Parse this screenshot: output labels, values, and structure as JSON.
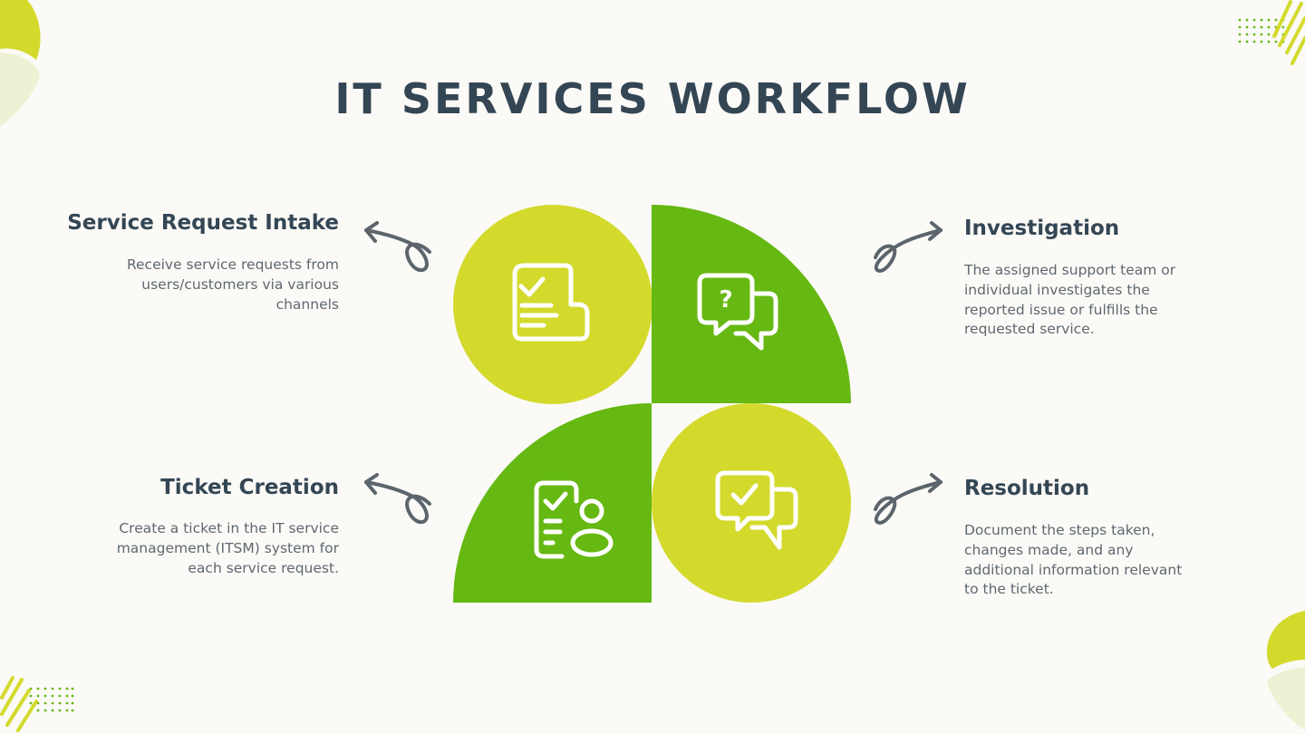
{
  "title": "IT SERVICES WORKFLOW",
  "colors": {
    "lime": "#d3da2c",
    "green": "#66b812",
    "dark_text": "#344654",
    "body_text": "#5f6870",
    "arrow": "#5c646c",
    "background": "#fbfaf7"
  },
  "steps": [
    {
      "title": "Service Request Intake",
      "text": "Receive service requests from users/customers via various channels",
      "icon": "document-check-icon"
    },
    {
      "title": "Investigation",
      "text": "The assigned support team or individual investigates the reported issue or fulfills the requested service.",
      "icon": "question-chat-icon"
    },
    {
      "title": "Ticket Creation",
      "text": "Create a ticket in the IT service management (ITSM) system for each service request.",
      "icon": "checklist-user-icon"
    },
    {
      "title": "Resolution",
      "text": "Document the steps taken, changes made, and any additional information relevant to the ticket.",
      "icon": "check-chat-icon"
    }
  ]
}
